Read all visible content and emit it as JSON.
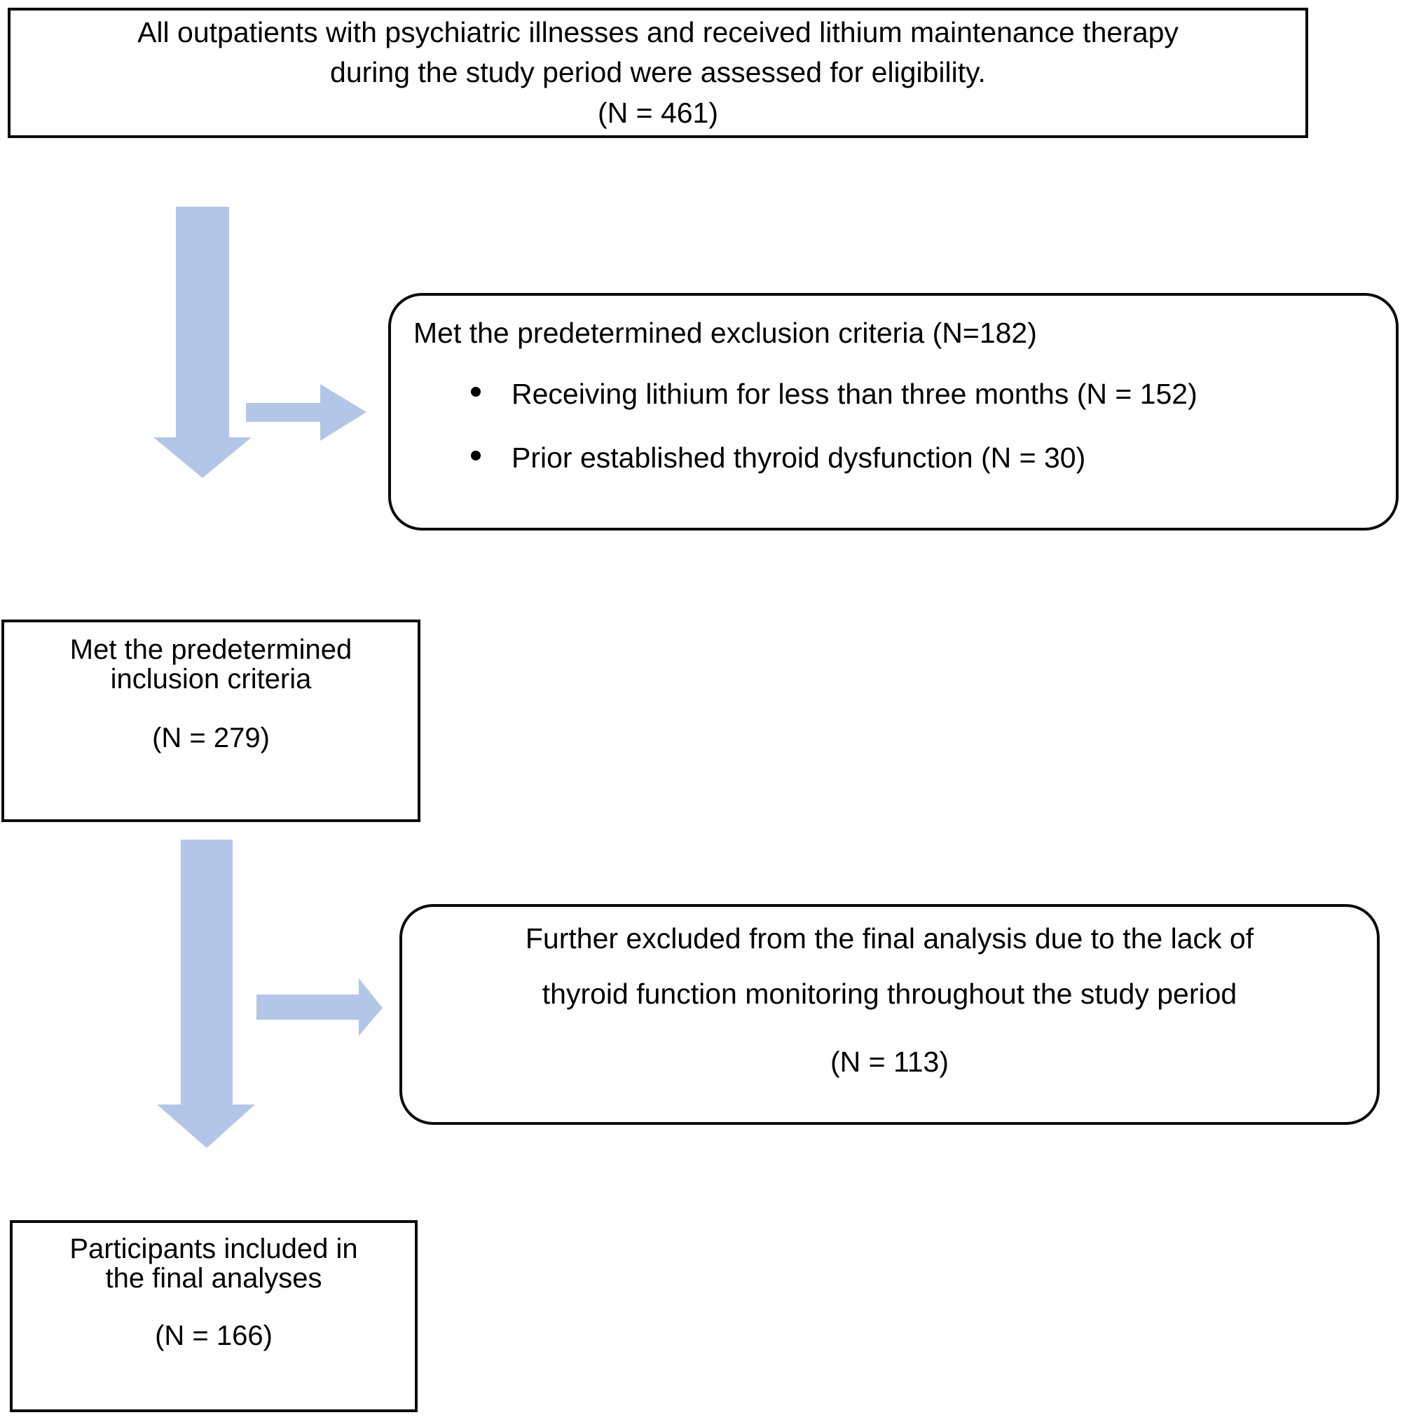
{
  "diagram": {
    "title": "Study participant flow diagram",
    "arrow_color": "#B4C6E7",
    "border_color": "#0A0A0A",
    "background": "#FFFFFF"
  },
  "nodes": {
    "eligibility": {
      "name": "eligibility-box",
      "line1": "All outpatients with psychiatric illnesses and received lithium maintenance therapy",
      "line2": "during the study period were assessed for eligibility.",
      "count": "(N = 461)"
    },
    "exclusion": {
      "name": "exclusion-criteria-box",
      "heading": "Met the predetermined exclusion criteria (N=182)",
      "bullets": [
        "Receiving lithium for less than three months (N = 152)",
        "Prior established thyroid dysfunction (N = 30)"
      ]
    },
    "inclusion": {
      "name": "inclusion-criteria-box",
      "line1": "Met the predetermined",
      "line2": "inclusion criteria",
      "count": "(N = 279)"
    },
    "further_excluded": {
      "name": "further-excluded-box",
      "line1": "Further excluded from the final analysis due to the lack of",
      "line2": "thyroid function monitoring throughout the study period",
      "count": "(N = 113)"
    },
    "final": {
      "name": "final-participants-box",
      "line1": "Participants included in",
      "line2": "the final analyses",
      "count": "(N = 166)"
    }
  },
  "arrows": {
    "down_first": "arrow-eligibility-to-inclusion",
    "right_first": "arrow-to-exclusion-criteria",
    "down_second": "arrow-inclusion-to-final",
    "right_second": "arrow-to-further-excluded"
  }
}
